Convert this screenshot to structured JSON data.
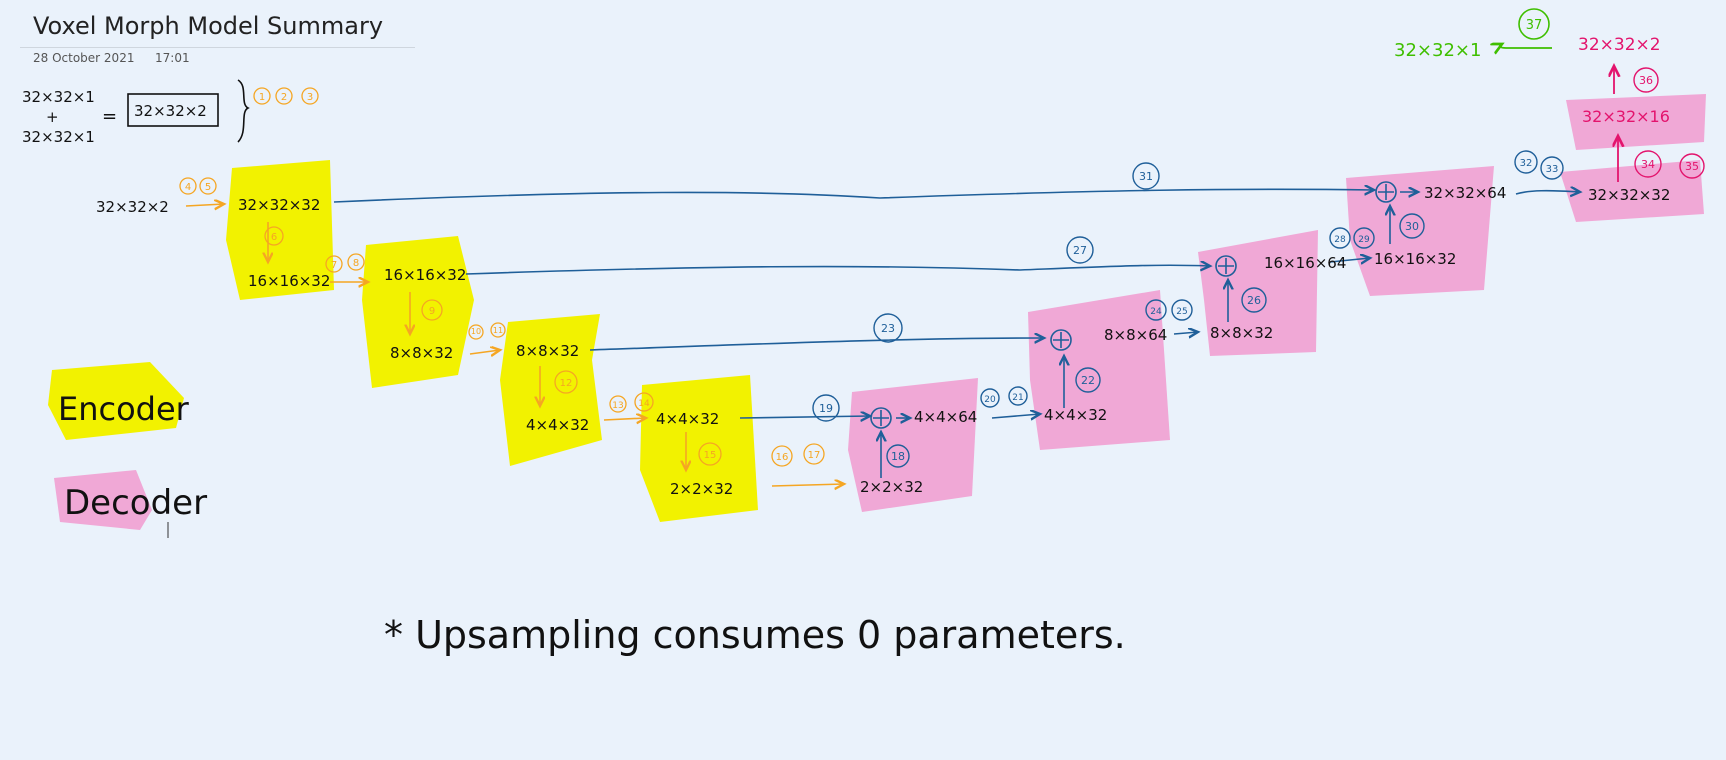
{
  "page": {
    "title": "Voxel Morph Model Summary",
    "date": "28 October 2021",
    "time": "17:01"
  },
  "colors": {
    "encoder": "#f2f200",
    "decoder": "#f0a8d6",
    "ink": "#111111",
    "orange": "#f5a623",
    "blue": "#1f5f99",
    "green": "#3fbf00",
    "magenta": "#e3146d"
  },
  "equation": {
    "a": "32×32×1",
    "op": "+",
    "b": "32×32×1",
    "eq": "=",
    "result": "32×32×2",
    "steps": [
      "1",
      "2",
      "3"
    ]
  },
  "encoder": {
    "input": "32×32×2",
    "input_steps": [
      "4",
      "5"
    ],
    "blocks": [
      {
        "top": "32×32×32",
        "bottom": "16×16×32",
        "down_step": "6",
        "out_steps": [
          "7",
          "8"
        ]
      },
      {
        "top": "16×16×32",
        "bottom": "8×8×32",
        "down_step": "9",
        "out_steps": [
          "10",
          "11"
        ]
      },
      {
        "top": "8×8×32",
        "bottom": "4×4×32",
        "down_step": "12",
        "out_steps": [
          "13",
          "14"
        ]
      },
      {
        "top": "4×4×32",
        "bottom": "2×2×32",
        "down_step": "15",
        "out_steps": [
          "16",
          "17"
        ]
      }
    ]
  },
  "decoder": {
    "d1": {
      "in": "2×2×32",
      "up_step": "18",
      "skip_step": "19",
      "concat": "4×4×64",
      "conv_steps": [
        "20",
        "21"
      ],
      "out": "4×4×32"
    },
    "d2": {
      "skip_step": "23",
      "up_step": "22",
      "concat": "8×8×64",
      "conv_steps": [
        "24",
        "25"
      ],
      "out": "8×8×32"
    },
    "d3": {
      "skip_step": "27",
      "up_step": "26",
      "concat": "16×16×64",
      "conv_steps": [
        "28",
        "29"
      ],
      "out": "16×16×32"
    },
    "d4": {
      "skip_step": "31",
      "up_step": "30",
      "concat": "32×32×64",
      "conv_steps": [
        "32",
        "33"
      ],
      "out": "32×32×32"
    },
    "head": {
      "steps": [
        "34",
        "35"
      ],
      "mid": "32×32×16",
      "step36": "36",
      "final": "32×32×2"
    },
    "flow": {
      "label": "32×32×1",
      "step": "37"
    }
  },
  "legend": {
    "encoder": "Encoder",
    "decoder": "Decoder"
  },
  "note": "* Upsampling consumes 0 parameters."
}
